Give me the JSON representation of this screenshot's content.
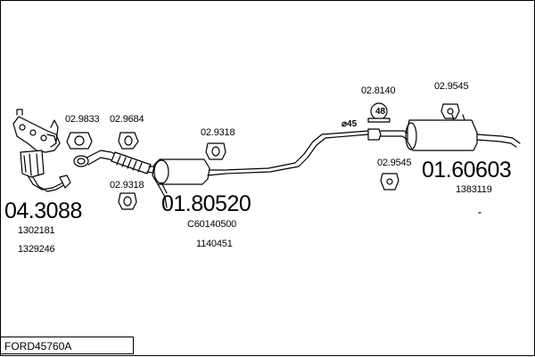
{
  "labels": {
    "p_04_3088": "04.3088",
    "p_1302181": "1302181",
    "p_1329246": "1329246",
    "p_02_9833": "02.9833",
    "p_02_9684": "02.9684",
    "p_02_9318_a": "02.9318",
    "p_02_9318_b": "02.9318",
    "p_01_80520": "01.80520",
    "p_c60140500": "C60140500",
    "p_1140451": "1140451",
    "p_02_8140": "02.8140",
    "p_02_9545_a": "02.9545",
    "p_02_9545_b": "02.9545",
    "p_01_60603": "01.60603",
    "p_1383119": "1383119",
    "diameter": "⌀45",
    "clamp_size": "48"
  },
  "footer": {
    "code": "FORD45760A"
  },
  "colors": {
    "stroke": "#000000",
    "background": "#ffffff"
  }
}
